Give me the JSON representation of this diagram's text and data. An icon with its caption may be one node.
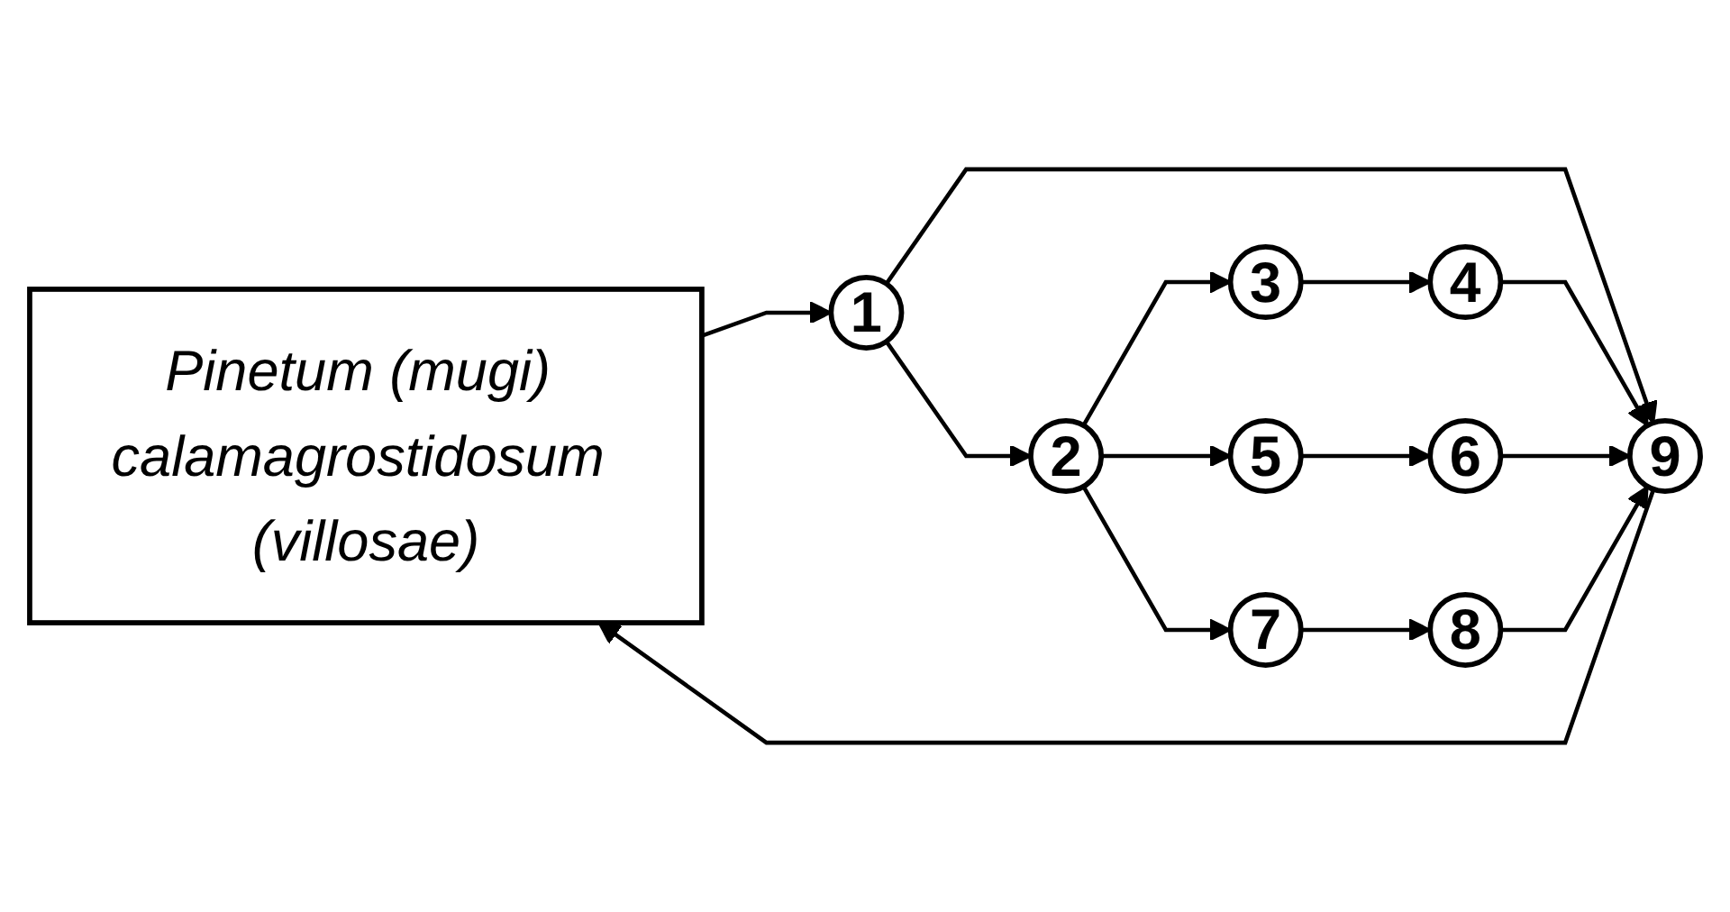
{
  "diagram": {
    "nodes": [
      {
        "text": [
          "Pinetum (mugi) calamagrostidosum (villosae)"
        ]
      },
      {
        "text": [
          "1"
        ]
      },
      {
        "text": [
          "2"
        ]
      },
      {
        "text": [
          "3"
        ]
      },
      {
        "text": [
          "4"
        ]
      },
      {
        "text": [
          "5"
        ]
      },
      {
        "text": [
          "6"
        ]
      },
      {
        "text": [
          "7"
        ]
      },
      {
        "text": [
          "8"
        ]
      },
      {
        "text": [
          "9"
        ]
      }
    ],
    "edges": [
      {
        "from": 0,
        "to": 1,
        "arrow": "to"
      },
      {
        "from": 1,
        "to": 2,
        "arrow": "to"
      },
      {
        "from": 1,
        "to": 9,
        "arrow": "to"
      },
      {
        "from": 2,
        "to": 3,
        "arrow": "to"
      },
      {
        "from": 2,
        "to": 5,
        "arrow": "to"
      },
      {
        "from": 2,
        "to": 7,
        "arrow": "to"
      },
      {
        "from": 3,
        "to": 4,
        "arrow": "to"
      },
      {
        "from": 4,
        "to": 9,
        "arrow": "to"
      },
      {
        "from": 5,
        "to": 6,
        "arrow": "to"
      },
      {
        "from": 6,
        "to": 9,
        "arrow": "to"
      },
      {
        "from": 7,
        "to": 8,
        "arrow": "to"
      },
      {
        "from": 8,
        "to": 9,
        "arrow": "to"
      },
      {
        "from": 9,
        "to": 0,
        "arrow": "to"
      }
    ]
  }
}
